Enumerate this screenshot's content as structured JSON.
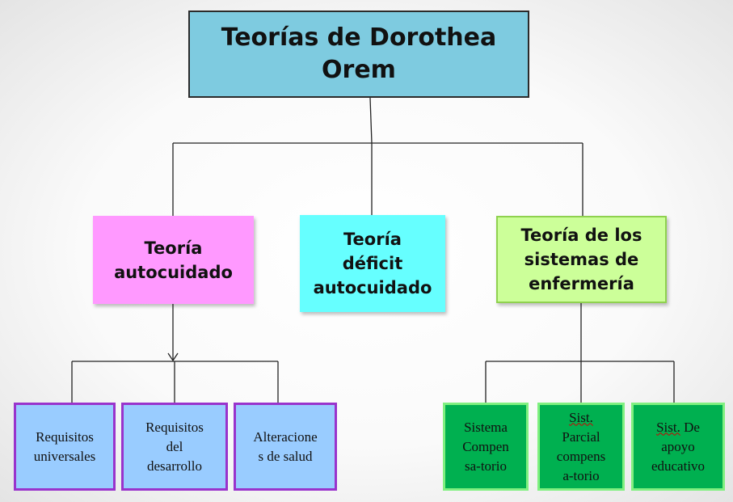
{
  "title": "Teorías de Dorothea\nOrem",
  "theories": {
    "autocuidado": "Teoría\nautocuidado",
    "deficit": "Teoría\ndéficit\nautocuidado",
    "sistemas": "Teoría de los\nsistemas de\nenfermería"
  },
  "autocuidado_children": {
    "universales": "Requisitos\nuniversales",
    "desarrollo": "Requisitos\ndel\ndesarrollo",
    "alteraciones": "Alteracione\ns de salud"
  },
  "sistemas_children": {
    "compensatorio": "Sistema\nCompen\nsa-torio",
    "parcial_abbr": "Sist.",
    "parcial_rest": "Parcial\ncompens\na-torio",
    "apoyo_abbr": "Sist.",
    "apoyo_rest": " De\napoyo\neducativo"
  },
  "colors": {
    "title_fill": "#7ecbe0",
    "autocuidado_fill": "#ff99ff",
    "deficit_fill": "#66ffff",
    "sistemas_fill": "#ccff99",
    "requisitos_fill": "#99ccff",
    "requisitos_border": "#9933cc",
    "sistemas_child_fill": "#00b050",
    "sistemas_child_border": "#80f080"
  }
}
